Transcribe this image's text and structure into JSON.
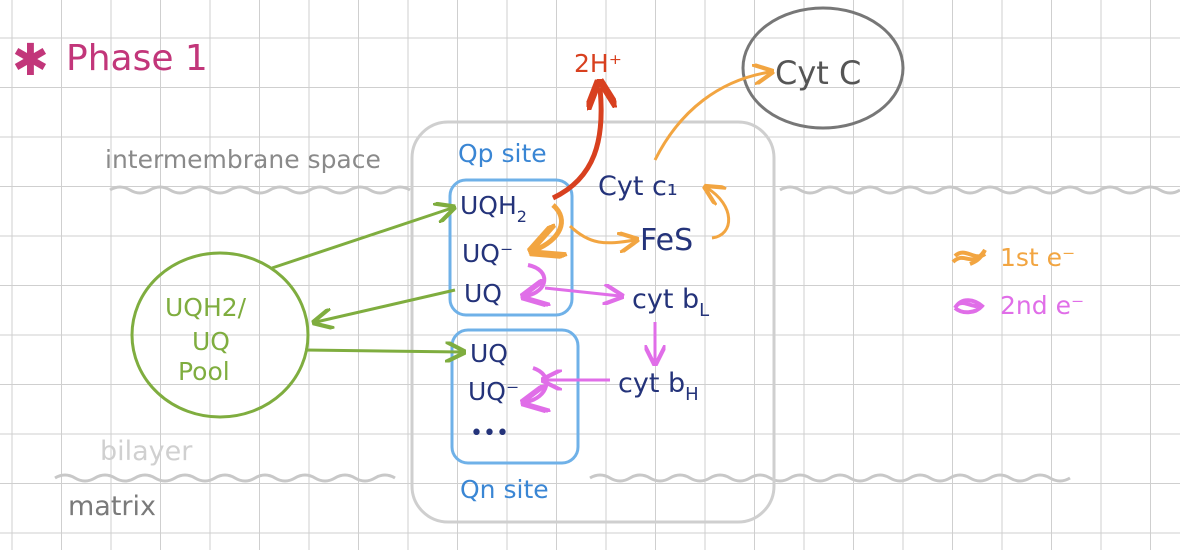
{
  "title": "Phase 1",
  "regions": {
    "intermembrane_space": "intermembrane space",
    "bilayer": "bilayer",
    "matrix": "matrix"
  },
  "sites": {
    "qp": "Qp site",
    "qn": "Qn site"
  },
  "pool": {
    "line1": "UQH2/",
    "line2": "UQ",
    "line3": "Pool"
  },
  "qp_species": {
    "uqh2": "UQH",
    "uqh2_sub": "2",
    "uq_minus": "UQ⁻",
    "uq": "UQ"
  },
  "qn_species": {
    "uq": "UQ",
    "uq_minus": "UQ⁻",
    "ellipsis": "•••"
  },
  "proteins": {
    "cyt_c1": "Cyt c₁",
    "fes": "FeS",
    "cyt_bl": "cyt b",
    "cyt_bl_sub": "L",
    "cyt_bh": "cyt b",
    "cyt_bh_sub": "H",
    "cyt_c": "Cyt C"
  },
  "protons": "2H⁺",
  "legend": {
    "first_e": "1st e⁻",
    "second_e": "2nd e⁻"
  },
  "colors": {
    "grid": "#cfcfcf",
    "title": "#c2367a",
    "membrane_text": "#8a8a8a",
    "membrane_line": "#c8c8c8",
    "complex_outline": "#cfcfcf",
    "site_box": "#6fb1e8",
    "site_text": "#3a86d4",
    "species_text": "#24337a",
    "pool": "#7fad3f",
    "proton": "#d8401f",
    "first_electron": "#f2a541",
    "second_electron": "#e06ee8",
    "cytc_circle": "#777777"
  }
}
